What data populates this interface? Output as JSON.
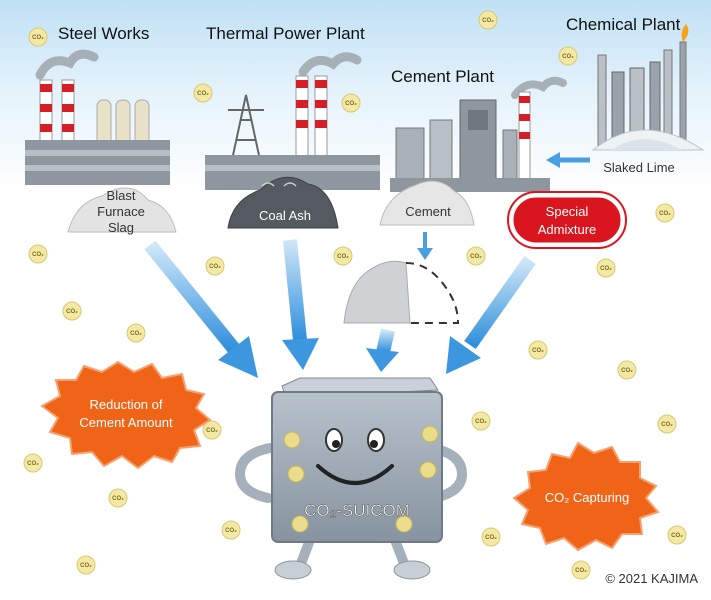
{
  "plants": {
    "steel": "Steel Works",
    "thermal": "Thermal Power Plant",
    "cement": "Cement Plant",
    "chemical": "Chemical Plant"
  },
  "materials": {
    "slag_line1": "Blast",
    "slag_line2": "Furnace",
    "slag_line3": "Slag",
    "coal_ash": "Coal Ash",
    "cement": "Cement",
    "admixture_line1": "Special",
    "admixture_line2": "Admixture",
    "slaked_lime": "Slaked Lime"
  },
  "benefits": {
    "reduction_line1": "Reduction of",
    "reduction_line2": "Cement Amount",
    "capturing": "CO₂ Capturing"
  },
  "product": "CO₂-SUICOM",
  "co2_badge": "CO₂",
  "copyright": "© 2021 KAJIMA",
  "colors": {
    "sky": "#bfe0f4",
    "arrow": "#4a9fe0",
    "burst": "#f06418",
    "admixture_red": "#d9161e",
    "block": "#9aa6b2",
    "badge": "#f3e9a4"
  }
}
